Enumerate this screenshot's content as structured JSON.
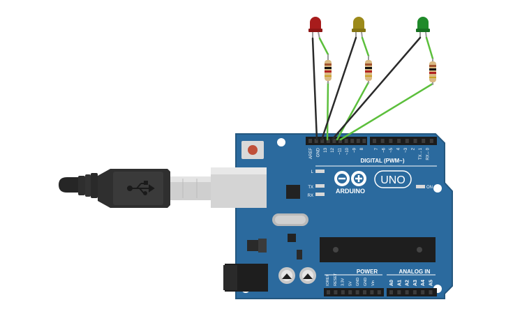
{
  "board": {
    "brand": "ARDUINO",
    "model": "UNO",
    "digital_label": "DIGITAL (PWM~)",
    "power_label": "POWER",
    "analog_label": "ANALOG IN",
    "on_label": "ON",
    "led_labels": [
      "L",
      "TX",
      "RX"
    ],
    "top_pins": [
      "AREF",
      "GND",
      "13",
      "12",
      "~11",
      "~10",
      "~9",
      "8",
      "7",
      "~6",
      "~5",
      "4",
      "~3",
      "2",
      "TX→1",
      "RX←0"
    ],
    "power_pins": [
      "IOREF",
      "RESET",
      "3.3V",
      "5V",
      "GND",
      "GND",
      "Vin"
    ],
    "analog_pins": [
      "A0",
      "A1",
      "A2",
      "A3",
      "A4",
      "A5"
    ]
  },
  "leds": [
    {
      "color": "red",
      "hex": "#a81c1c"
    },
    {
      "color": "yellow",
      "hex": "#9c8a1a"
    },
    {
      "color": "green",
      "hex": "#1f8a2a"
    }
  ],
  "colors": {
    "board": "#2b6a9e",
    "wire_black": "#2a2a2a",
    "wire_green": "#5cbf3c",
    "usb_cable": "#262626"
  }
}
